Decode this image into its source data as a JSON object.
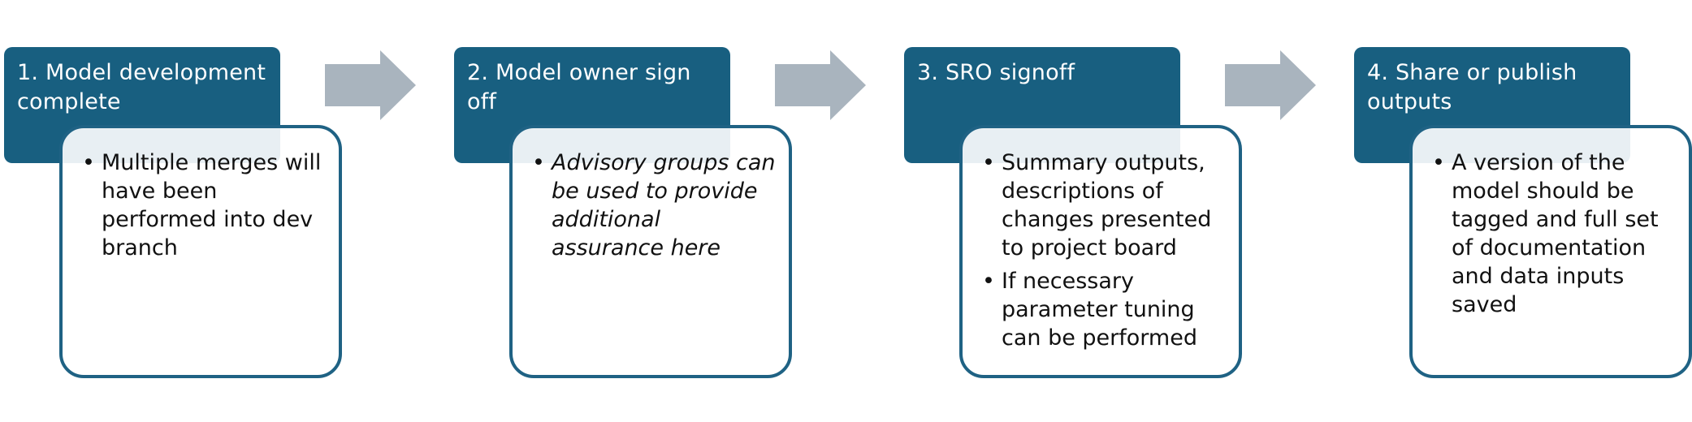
{
  "colors": {
    "header_fill": "#185f80",
    "header_text": "#ffffff",
    "card_border": "#1f6284",
    "arrow_fill": "#a9b4be",
    "body_text": "#111111"
  },
  "steps": [
    {
      "title": "1. Model development complete",
      "bullets": [
        {
          "text": "Multiple merges will have been performed into dev branch",
          "italic": false
        }
      ]
    },
    {
      "title": "2. Model owner sign off",
      "bullets": [
        {
          "text": "Advisory groups can be used to provide additional assurance here",
          "italic": true
        }
      ]
    },
    {
      "title": "3. SRO signoff",
      "bullets": [
        {
          "text": "Summary outputs, descriptions of changes presented to project board",
          "italic": false
        },
        {
          "text": "If necessary parameter tuning can be performed",
          "italic": false
        }
      ]
    },
    {
      "title": "4. Share or publish outputs",
      "bullets": [
        {
          "text": "A version of the model should be tagged and full set of documentation and data inputs saved",
          "italic": false
        }
      ]
    }
  ],
  "arrows": [
    {
      "icon": "right-arrow-icon"
    },
    {
      "icon": "right-arrow-icon"
    },
    {
      "icon": "right-arrow-icon"
    }
  ]
}
